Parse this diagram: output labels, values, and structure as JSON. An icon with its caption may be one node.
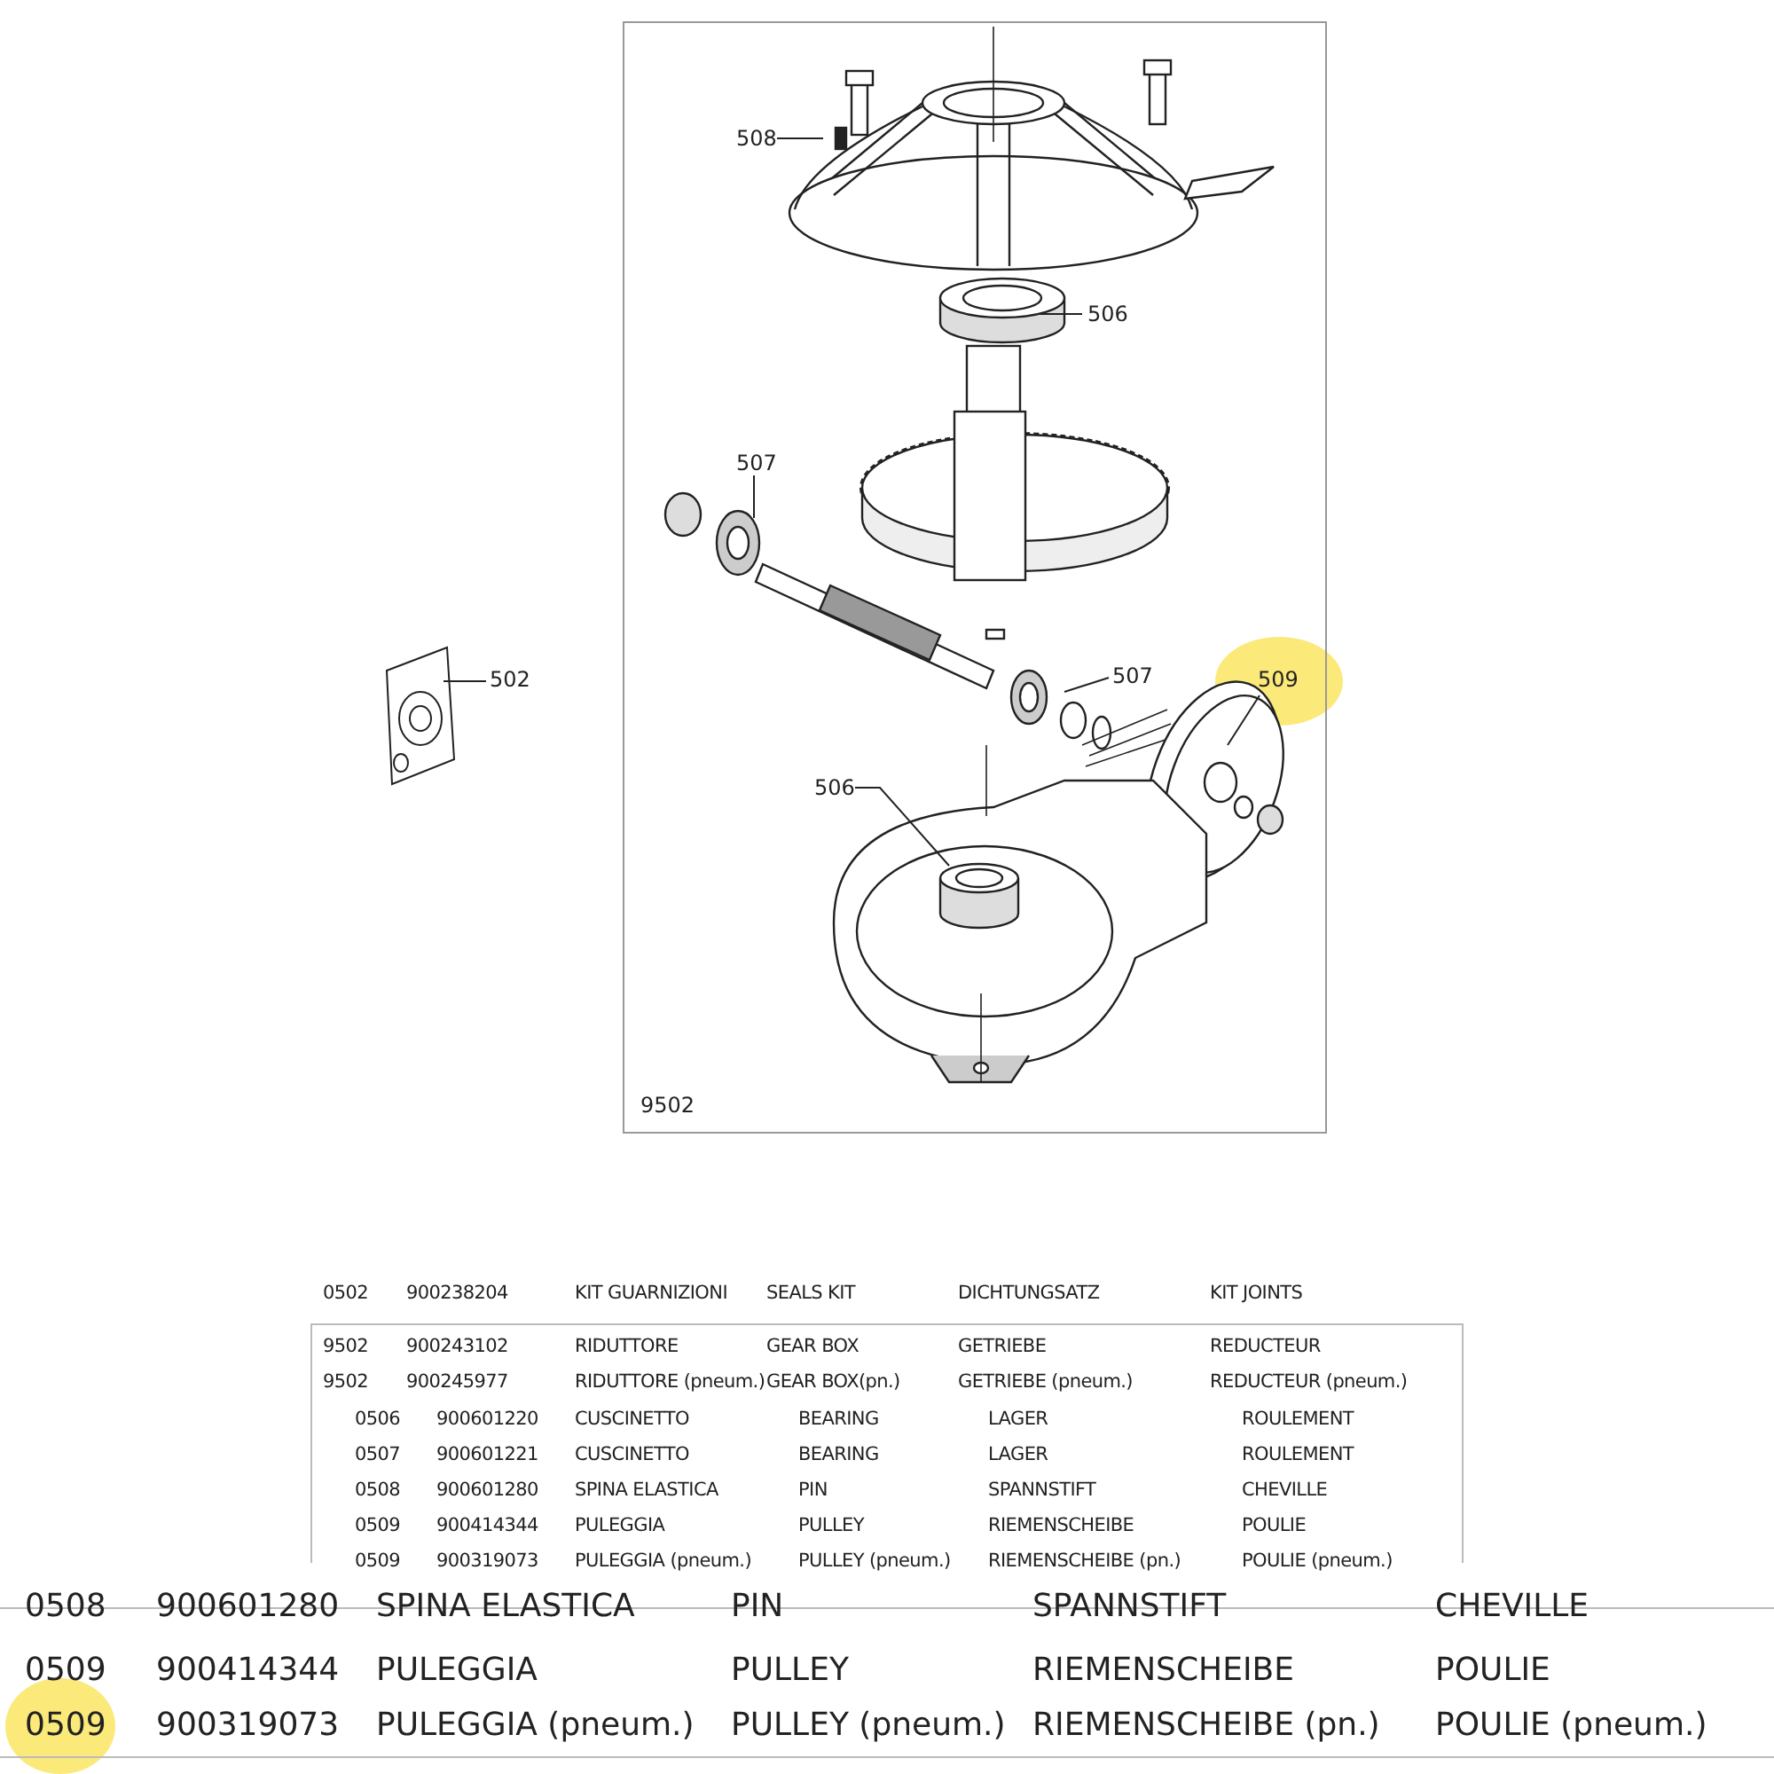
{
  "diagram": {
    "nodes": [
      {
        "text": [
          "9502"
        ]
      },
      {
        "text": [
          "508"
        ],
        "in": 0
      },
      {
        "text": [
          "506"
        ],
        "in": 0
      },
      {
        "text": [
          "507"
        ],
        "in": 0
      },
      {
        "text": [
          "502"
        ]
      },
      {
        "text": [
          "507"
        ],
        "in": 0
      },
      {
        "text": [
          "509"
        ],
        "in": 0
      },
      {
        "text": [
          "506"
        ],
        "in": 0
      }
    ],
    "edges": [
      {
        "from": 1,
        "to": null,
        "arrow": "none"
      },
      {
        "from": 2,
        "to": null,
        "arrow": "none"
      },
      {
        "from": 3,
        "to": null,
        "arrow": "none"
      },
      {
        "from": 4,
        "to": null,
        "arrow": "none"
      },
      {
        "from": 5,
        "to": null,
        "arrow": "none"
      },
      {
        "from": 6,
        "to": null,
        "arrow": "none"
      },
      {
        "from": 7,
        "to": null,
        "arrow": "none"
      }
    ],
    "labels": [
      "0502",
      "900238204",
      "KIT GUARNIZIONI",
      "SEALS KIT",
      "DICHTUNGSATZ",
      "KIT JOINTS",
      "9502",
      "900243102",
      "RIDUTTORE",
      "GEAR BOX",
      "GETRIEBE",
      "REDUCTEUR",
      "9502",
      "900245977",
      "RIDUTTORE (pneum.)",
      "GEAR BOX(pn.)",
      "GETRIEBE (pneum.)",
      "REDUCTEUR (pneum.)",
      "0506",
      "900601220",
      "CUSCINETTO",
      "BEARING",
      "LAGER",
      "ROULEMENT",
      "0507",
      "900601221",
      "CUSCINETTO",
      "BEARING",
      "LAGER",
      "ROULEMENT",
      "0508",
      "900601280",
      "SPINA ELASTICA",
      "PIN",
      "SPANNSTIFT",
      "CHEVILLE",
      "0509",
      "900414344",
      "PULEGGIA",
      "PULLEY",
      "RIEMENSCHEIBE",
      "POULIE",
      "0509",
      "900319073",
      "PULEGGIA (pneum.)",
      "PULLEY (pneum.)",
      "RIEMENSCHEIBE (pn.)",
      "POULIE (pneum.)",
      "0508",
      "900601280",
      "SPINA ELASTICA",
      "PIN",
      "SPANNSTIFT",
      "CHEVILLE",
      "0509",
      "900414344",
      "PULEGGIA",
      "PULLEY",
      "RIEMENSCHEIBE",
      "POULIE",
      "0509",
      "900319073",
      "PULEGGIA (pneum.)",
      "PULLEY (pneum.)",
      "RIEMENSCHEIBE (pn.)",
      "POULIE (pneum.)"
    ]
  }
}
